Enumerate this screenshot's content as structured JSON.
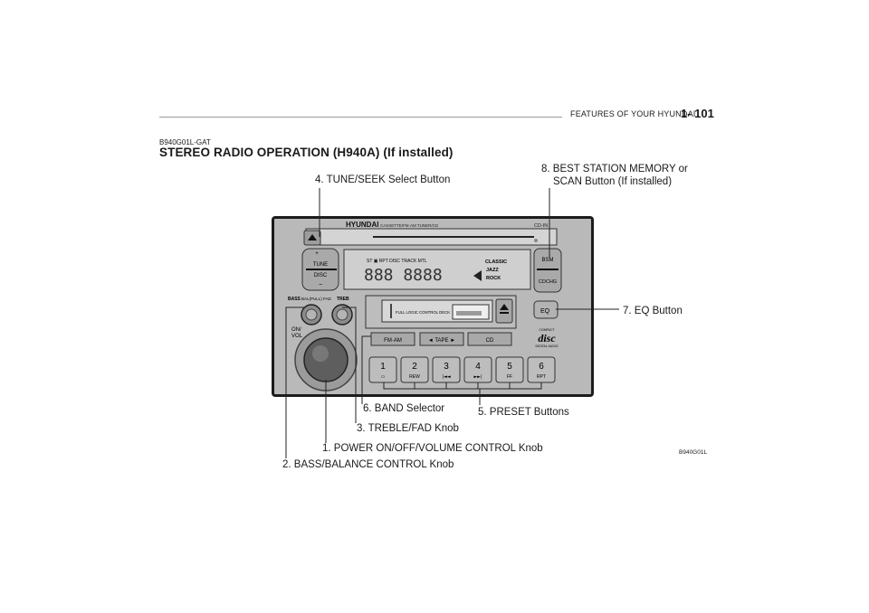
{
  "header": {
    "title": "FEATURES OF YOUR HYUNDAI",
    "page": "1- 101"
  },
  "section": {
    "code": "B940G01L-GAT",
    "title": "STEREO RADIO OPERATION (H940A) (If installed)"
  },
  "callouts": {
    "tune_seek": "4. TUNE/SEEK Select Button",
    "bsm_line1": "8. BEST  STATION  MEMORY  or",
    "bsm_line2": "SCAN Button (If installed)",
    "eq": "7. EQ Button",
    "band": "6. BAND Selector",
    "preset": "5. PRESET Buttons",
    "treble": "3. TREBLE/FAD Knob",
    "power": "1. POWER ON/OFF/VOLUME CONTROL Knob",
    "bass": "2. BASS/BALANCE CONTROL Knob"
  },
  "figure_code": "B940G01L",
  "radio": {
    "brand": "HYUNDAI",
    "model_text": "CASSETTE/FM·AM TUNER/CD",
    "cd_in": "CD-IN",
    "tune_label": "TUNE",
    "disc_label": "DISC",
    "plus": "+",
    "minus": "−",
    "bass_label": "BASS",
    "bal_label": "BAL(PULL)",
    "fad_label": "FAD",
    "treble_label": "TREB",
    "onvol_line1": "ON/",
    "onvol_line2": "VOL",
    "display_indicators": "ST  ▣   RPT  DISC  TRACK  MTL",
    "display_digits": "888 8888",
    "eq_modes": [
      "CLASSIC",
      "JAZZ",
      "ROCK"
    ],
    "deck_text": "FULL LOGIC CONTROL DECK",
    "bsm": "BSM",
    "cdchg": "CDCHG",
    "eq": "EQ",
    "disc_logo_line1": "COMPACT",
    "disc_logo_line2": "disc",
    "disc_logo_line3": "DIGITAL AUDIO",
    "fmam": "FM·AM",
    "tape": "◄  TAPE  ►",
    "cd": "CD",
    "presets": [
      {
        "num": "1",
        "sub": "▭"
      },
      {
        "num": "2",
        "sub": "REW"
      },
      {
        "num": "3",
        "sub": "|◄◄"
      },
      {
        "num": "4",
        "sub": "►►|"
      },
      {
        "num": "5",
        "sub": "FF"
      },
      {
        "num": "6",
        "sub": "RPT"
      }
    ]
  }
}
